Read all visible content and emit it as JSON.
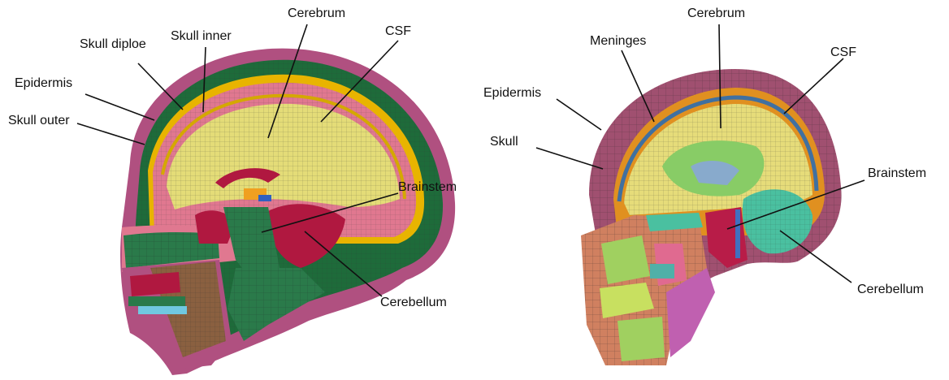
{
  "left_model": {
    "labels": {
      "cerebrum": "Cerebrum",
      "skull_inner": "Skull inner",
      "skull_diploe": "Skull diploe",
      "csf": "CSF",
      "epidermis": "Epidermis",
      "skull_outer": "Skull outer",
      "brainstem": "Brainstem",
      "cerebellum": "Cerebellum"
    }
  },
  "right_model": {
    "labels": {
      "cerebrum": "Cerebrum",
      "meninges": "Meninges",
      "csf": "CSF",
      "epidermis": "Epidermis",
      "skull": "Skull",
      "brainstem": "Brainstem",
      "cerebellum": "Cerebellum"
    }
  },
  "colors": {
    "scalp": "#b05080",
    "skull_outer": "#1e6b3a",
    "skull_diploe": "#e8b400",
    "skull_inner": "#e07890",
    "csf": "#d4a800",
    "cerebrum": "#e4dc78",
    "brainstem": "#2a7a4a",
    "cerebellum": "#b01840",
    "face_tissue": "#c87040",
    "teeth": "#a0d060",
    "bone_light": "#70c8e0",
    "right_scalp": "#a05070",
    "right_skull": "#d08060",
    "right_csf": "#e09020",
    "right_cerebrum": "#e6dc7a",
    "right_inner": "#88cc66",
    "right_cerebellum": "#4ac0a0",
    "right_brainstem": "#b81c48"
  }
}
